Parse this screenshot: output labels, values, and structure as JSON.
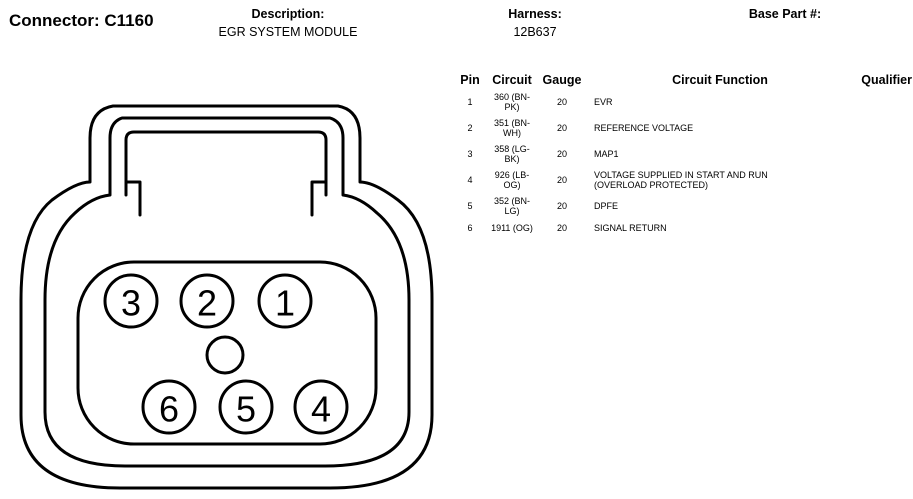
{
  "connector": {
    "title": "Connector: C1160"
  },
  "header": {
    "description_label": "Description:",
    "description_value": "EGR SYSTEM MODULE",
    "harness_label": "Harness:",
    "harness_value": "12B637",
    "base_part_label": "Base Part #:"
  },
  "table": {
    "columns": {
      "pin": "Pin",
      "circuit": "Circuit",
      "gauge": "Gauge",
      "function": "Circuit Function",
      "qualifier": "Qualifier"
    },
    "rows": [
      {
        "pin": "1",
        "circuit_line1": "360 (BN-",
        "circuit_line2": "PK)",
        "gauge": "20",
        "function_line1": "EVR",
        "function_line2": ""
      },
      {
        "pin": "2",
        "circuit_line1": "351 (BN-",
        "circuit_line2": "WH)",
        "gauge": "20",
        "function_line1": "REFERENCE VOLTAGE",
        "function_line2": ""
      },
      {
        "pin": "3",
        "circuit_line1": "358 (LG-",
        "circuit_line2": "BK)",
        "gauge": "20",
        "function_line1": "MAP1",
        "function_line2": ""
      },
      {
        "pin": "4",
        "circuit_line1": "926 (LB-",
        "circuit_line2": "OG)",
        "gauge": "20",
        "function_line1": "VOLTAGE SUPPLIED IN START AND RUN",
        "function_line2": "(OVERLOAD PROTECTED)"
      },
      {
        "pin": "5",
        "circuit_line1": "352 (BN-",
        "circuit_line2": "LG)",
        "gauge": "20",
        "function_line1": "DPFE",
        "function_line2": ""
      },
      {
        "pin": "6",
        "circuit_line1": "1911 (OG)",
        "circuit_line2": "",
        "gauge": "20",
        "function_line1": "SIGNAL RETURN",
        "function_line2": ""
      }
    ]
  },
  "diagram": {
    "pin_labels": [
      "3",
      "2",
      "1",
      "6",
      "5",
      "4"
    ]
  }
}
